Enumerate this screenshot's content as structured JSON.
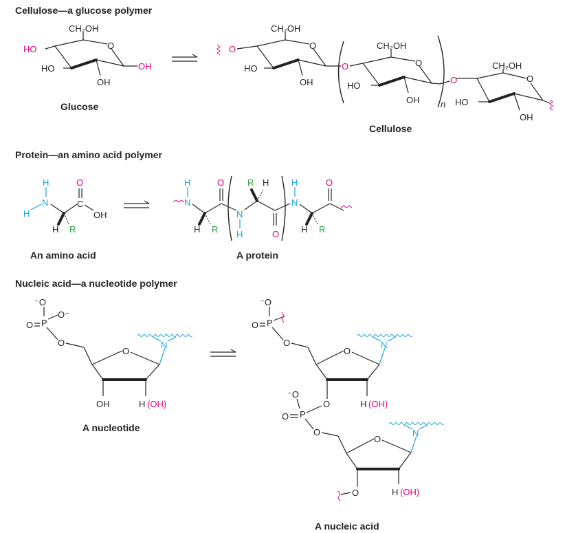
{
  "headings": {
    "cellulose": "Cellulose—a glucose polymer",
    "protein": "Protein—an amino acid polymer",
    "nucleic": "Nucleic acid—a nucleotide polymer"
  },
  "captions": {
    "glucose": "Glucose",
    "cellulose": "Cellulose",
    "amino_acid": "An amino acid",
    "protein": "A protein",
    "nucleotide": "A nucleotide",
    "nucleic_acid": "A nucleic acid"
  },
  "atoms": {
    "ch2oh": "CH₂OH",
    "o": "O",
    "ho": "HO",
    "oh": "OH",
    "h": "H",
    "n": "N",
    "r": "R",
    "c": "C",
    "p": "P",
    "neg_o": "⁻O",
    "o_neg": "O⁻",
    "h_oh_h": "H",
    "h_oh_paren": "(OH)",
    "n_sub": "n"
  },
  "colors": {
    "magenta": "#e6007e",
    "blue": "#1aa3d9",
    "green": "#2f9e44",
    "black": "#222222"
  }
}
